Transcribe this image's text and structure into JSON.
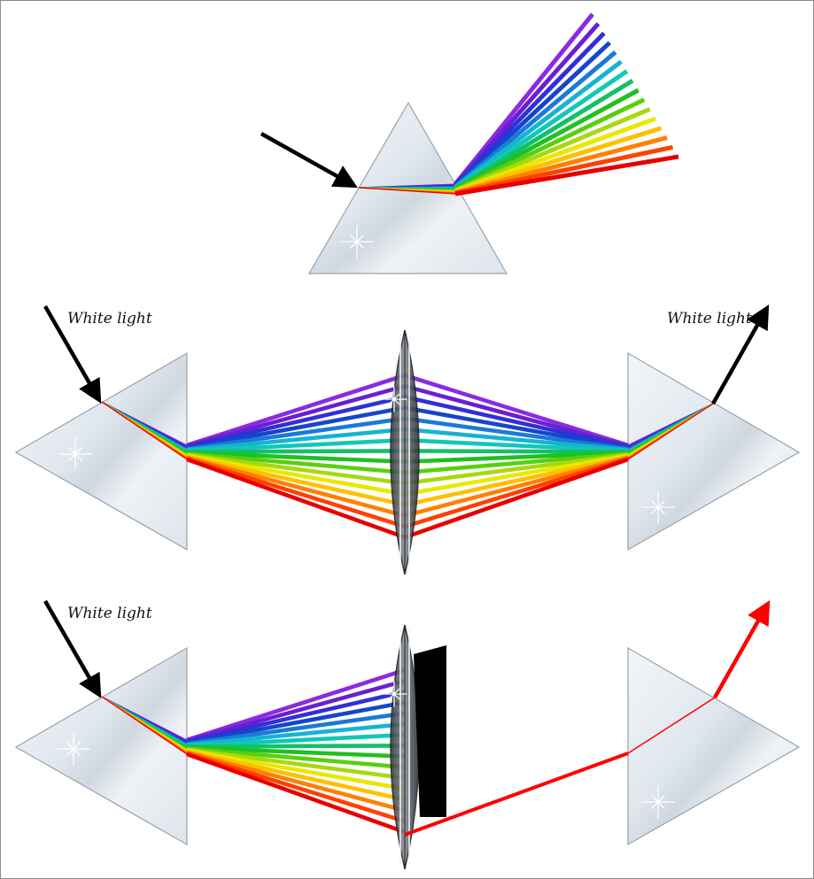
{
  "panels": {
    "middle": {
      "label_left": "White light",
      "label_right": "White light"
    },
    "bottom": {
      "label_left": "White light"
    }
  },
  "colors": {
    "spectrum": [
      "#8a2be2",
      "#6a1fd0",
      "#3030d8",
      "#1646c8",
      "#1a7ad8",
      "#15b4d2",
      "#10c8b4",
      "#12c06a",
      "#20c020",
      "#58d010",
      "#a8d810",
      "#e8e800",
      "#ffc000",
      "#ff8000",
      "#ff4000",
      "#e80000"
    ],
    "arrow": "#000000",
    "filtered_beam": "#ff0000",
    "prism_fill": "#e6ecf2",
    "prism_stroke": "#9aa2aa",
    "lens_fill": "#4b4f55",
    "mask": "#000000"
  }
}
